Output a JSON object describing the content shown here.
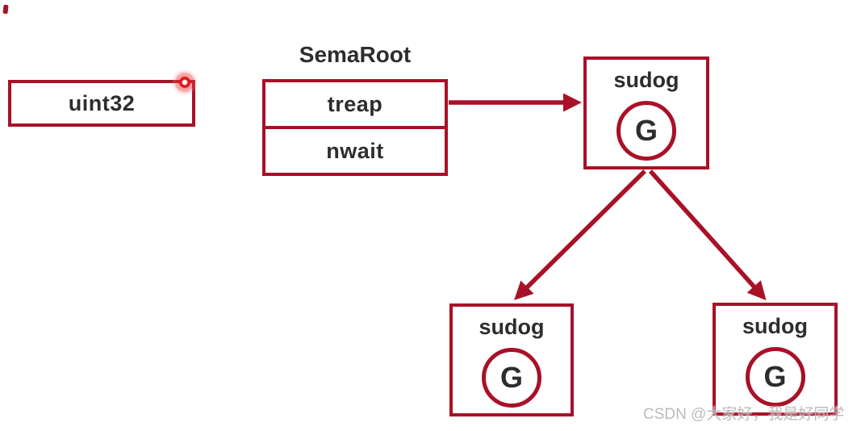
{
  "colors": {
    "accent": "#a81128",
    "text": "#2d2d2d",
    "watermark_gray": "#b4b4b4",
    "laser_red": "#e11414"
  },
  "uint32_box": {
    "label": "uint32"
  },
  "semaroot": {
    "title": "SemaRoot",
    "fields": [
      "treap",
      "nwait"
    ]
  },
  "nodes": {
    "root": {
      "label": "sudog",
      "g": "G"
    },
    "left": {
      "label": "sudog",
      "g": "G"
    },
    "right": {
      "label": "sudog",
      "g": "G"
    }
  },
  "watermark": {
    "text": "CSDN @大家好，我是好同学"
  }
}
